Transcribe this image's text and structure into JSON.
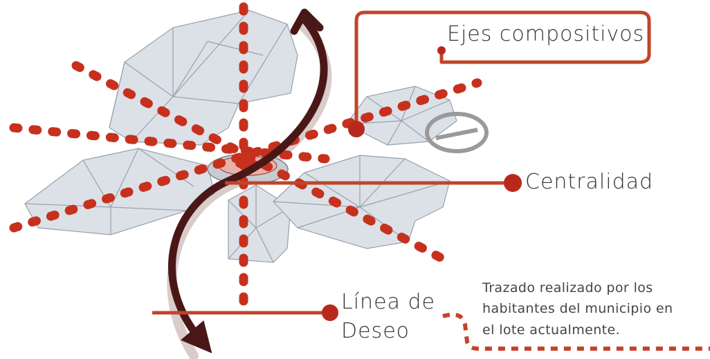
{
  "labels": {
    "ejes": "Ejes compositivos",
    "centralidad": "Centralidad",
    "linea_line1": "Línea de",
    "linea_line2": "Deseo"
  },
  "note": {
    "line1": "Trazado realizado por los",
    "line2": "habitantes del municipio en",
    "line3": "el lote actualmente."
  },
  "colors": {
    "axis_dot": "#c8301e",
    "callout": "#c1442a",
    "desire_line": "#4a1717",
    "volume_fill": "#d7dde5",
    "volume_edge": "#8e97a3",
    "marker": "#b8281c"
  }
}
